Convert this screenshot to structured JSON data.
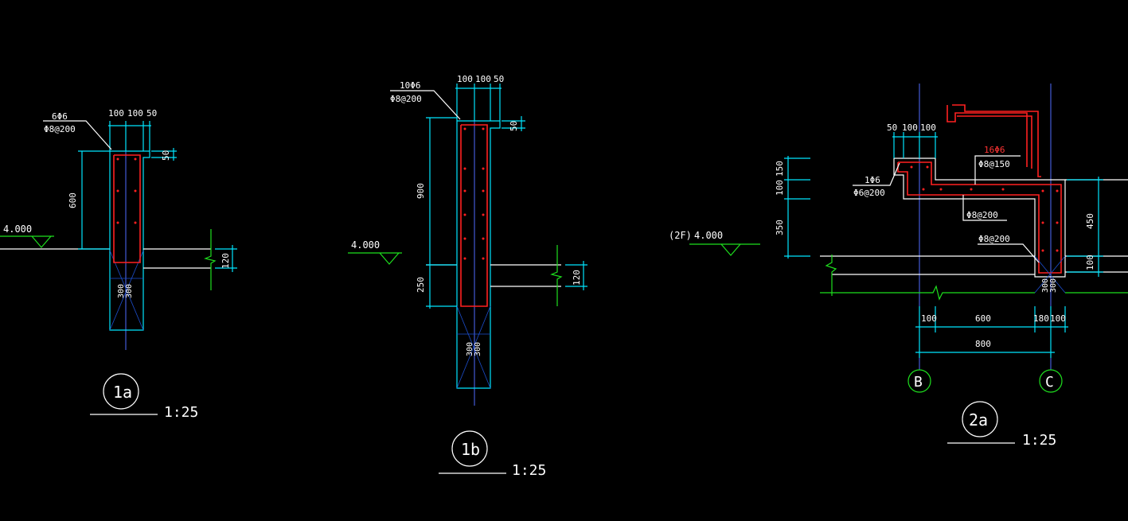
{
  "details": [
    {
      "id": "1a",
      "tag": "1a",
      "scale": "1:25",
      "rebar_main": "6Φ6",
      "rebar_stirrup": "Φ8@200",
      "top_dims": [
        "100",
        "100",
        "50"
      ],
      "lip_dim": "50",
      "height_dim": "600",
      "level": "4.000",
      "slab_dim": "120",
      "wall_dims": [
        "300",
        "300"
      ]
    },
    {
      "id": "1b",
      "tag": "1b",
      "scale": "1:25",
      "rebar_main": "10Φ6",
      "rebar_stirrup": "Φ8@200",
      "top_dims": [
        "100",
        "100",
        "50"
      ],
      "lip_dim": "50",
      "height_dim": "900",
      "lower_dim": "250",
      "level": "4.000",
      "slab_dim": "120",
      "wall_dims": [
        "300",
        "300"
      ]
    },
    {
      "id": "2a",
      "tag": "2a",
      "scale": "1:25",
      "top_dims": [
        "50",
        "100",
        "100"
      ],
      "rebar_a_main": "1Φ6",
      "rebar_a_stirrup": "Φ6@200",
      "rebar_red": "16Φ6",
      "rebar_b": "Φ8@150",
      "rebar_c": "Φ8@200",
      "rebar_d": "Φ8@200",
      "level_prefix": "(2F)",
      "level": "4.000",
      "left_dims": [
        "150",
        "100",
        "350"
      ],
      "right_dims": [
        "450",
        "100"
      ],
      "wall_dims": [
        "300",
        "300"
      ],
      "bottom_dims": [
        "100",
        "600",
        "180",
        "100"
      ],
      "total_dim": "800",
      "axis_left": "B",
      "axis_right": "C"
    }
  ]
}
